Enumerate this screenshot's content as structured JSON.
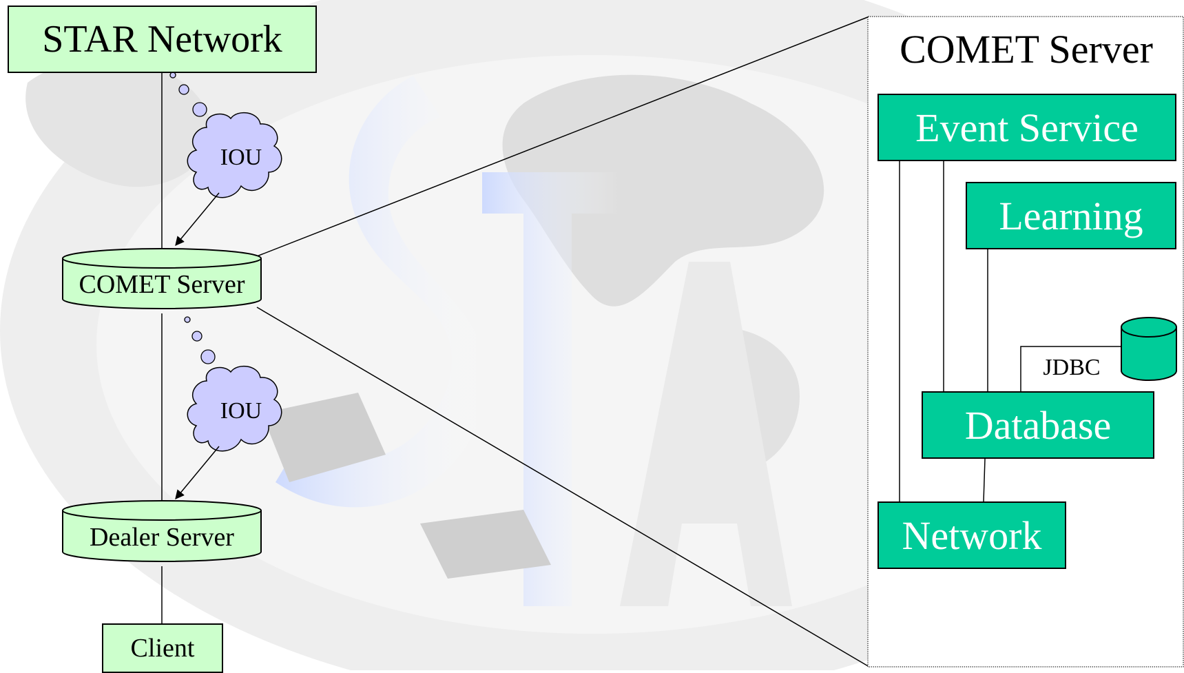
{
  "left_stack": {
    "star_network": "STAR Network",
    "comet_server": "COMET Server",
    "dealer_server": "Dealer Server",
    "client": "Client",
    "iou_top": "IOU",
    "iou_bottom": "IOU"
  },
  "detail_panel": {
    "title": "COMET Server",
    "event_service": "Event Service",
    "learning": "Learning",
    "database": "Database",
    "jdbc": "JDBC",
    "network": "Network"
  },
  "colors": {
    "light_node_fill": "#ccffcc",
    "teal_node_fill": "#00cc99",
    "cloud_fill": "#ccccff",
    "outline": "#000000",
    "watermark": "#e6e6e6"
  }
}
